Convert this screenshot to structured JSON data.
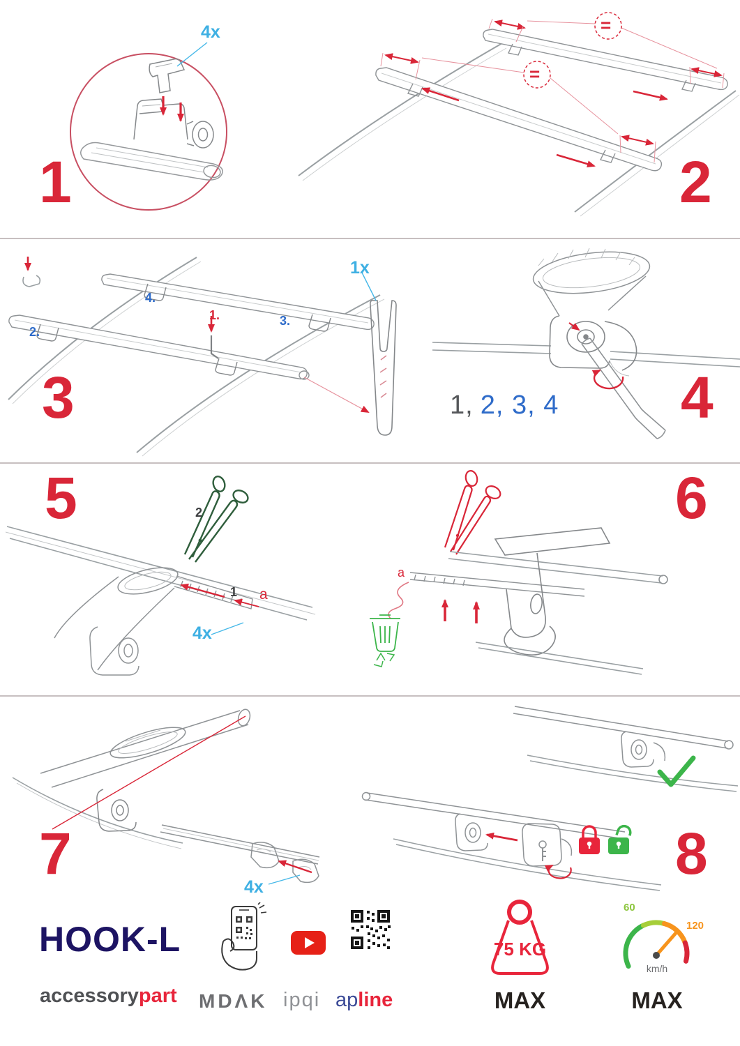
{
  "document": {
    "type": "assembly-instructions",
    "product": "HOOK-L"
  },
  "colors": {
    "step_red": "#d92638",
    "qty_blue": "#3fb0e3",
    "sequence_blue": "#2e6bc9",
    "brand_navy": "#1d1463",
    "text_gray": "#58595b",
    "success_green": "#3cb54a",
    "warn_orange": "#f7941d",
    "lock_red": "#e8253b"
  },
  "steps": {
    "s1": {
      "number": "1",
      "qty": "4x"
    },
    "s2": {
      "number": "2",
      "equals": "="
    },
    "s3": {
      "number": "3",
      "qty": "1x",
      "sub1": "1.",
      "sub2": "2.",
      "sub3": "3.",
      "sub4": "4."
    },
    "s4": {
      "number": "4",
      "seq_first": "1,",
      "seq_rest": "2, 3, 4"
    },
    "s5": {
      "number": "5",
      "qty": "4x",
      "label_two": "2",
      "label_one": "1",
      "label_a": "a"
    },
    "s6": {
      "number": "6",
      "label_a": "a"
    },
    "s7": {
      "number": "7",
      "qty": "4x"
    },
    "s8": {
      "number": "8"
    }
  },
  "icons": {
    "step5": "scissors-green",
    "step6": [
      "scissors-red",
      "recycle-bin"
    ],
    "step8": [
      "padlock-locked",
      "padlock-unlocked",
      "checkmark"
    ],
    "footer": [
      "phone-qr-scan",
      "youtube-play",
      "qr-code",
      "kettlebell-weight",
      "speedometer"
    ]
  },
  "footer": {
    "product_name": "HOOK-L",
    "brand_first": "accessory",
    "brand_second": "part",
    "logo_mdak": "MDΛK",
    "logo_ipqi": "ipqi",
    "logo_ap": "ap",
    "logo_line": "line",
    "weight_value": "75 KG",
    "weight_max_label": "MAX",
    "speed_low": "60",
    "speed_high": "120",
    "speed_unit": "km/h",
    "speed_max_label": "MAX"
  }
}
